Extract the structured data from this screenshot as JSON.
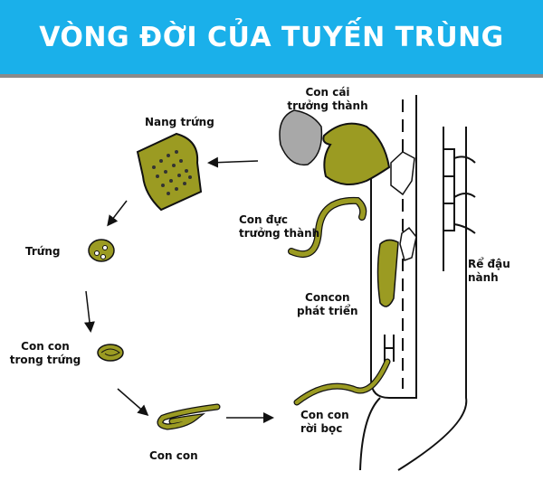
{
  "title": "VÒNG ĐỜI CỦA TUYẾN TRÙNG",
  "colors": {
    "banner": "#1ab0ea",
    "nematode": "#9b9b22",
    "egg_sac": "#a8a8a8"
  },
  "labels": {
    "egg_sac": "Nang trứng",
    "egg": "Trứng",
    "juvenile_in_egg": [
      "Con con",
      "trong trứng"
    ],
    "juvenile": "Con con",
    "juvenile_released": [
      "Con con",
      "rời bọc"
    ],
    "juvenile_developing": [
      "Concon",
      "phát triển"
    ],
    "adult_male": [
      "Con đực",
      "trưởng thành"
    ],
    "adult_female": [
      "Con cái",
      "trưởng thành"
    ],
    "root": [
      "Rể đậu",
      "nành"
    ]
  }
}
